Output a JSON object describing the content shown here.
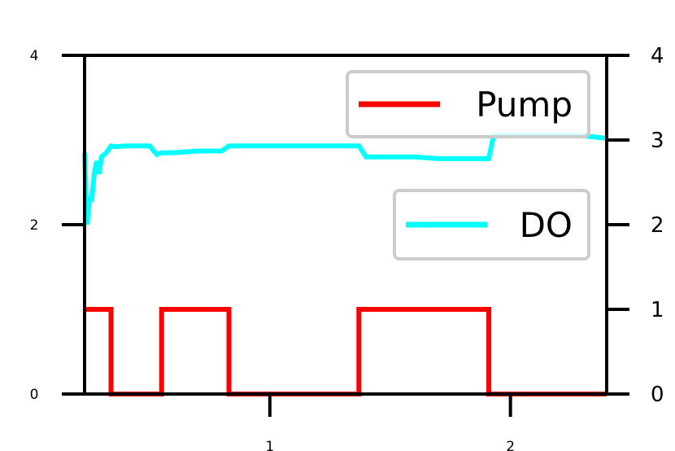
{
  "chart_data": {
    "type": "line",
    "title": "",
    "xlabel": "",
    "ylabel": "",
    "xlim": [
      0.23,
      2.4
    ],
    "x_ticks": [
      "1",
      "2"
    ],
    "y_left": {
      "lim": [
        0,
        4
      ],
      "ticks": [
        "0",
        "2",
        "4"
      ]
    },
    "y_right": {
      "lim": [
        0,
        4
      ],
      "ticks": [
        "0",
        "1",
        "2",
        "3",
        "4"
      ]
    },
    "grid": false,
    "series": [
      {
        "name": "Pump",
        "color": "#ff0000",
        "axis": "right",
        "x": [
          0.23,
          0.34,
          0.34,
          0.55,
          0.55,
          0.83,
          0.83,
          1.37,
          1.37,
          1.91,
          1.91,
          2.4
        ],
        "y": [
          1,
          1,
          0,
          0,
          1,
          1,
          0,
          0,
          1,
          1,
          0,
          0
        ]
      },
      {
        "name": "DO",
        "color": "#00ffff",
        "axis": "left",
        "x": [
          0.23,
          0.24,
          0.25,
          0.26,
          0.27,
          0.28,
          0.29,
          0.3,
          0.32,
          0.34,
          0.36,
          0.4,
          0.5,
          0.53,
          0.55,
          0.6,
          0.7,
          0.8,
          0.83,
          0.9,
          1.0,
          1.1,
          1.2,
          1.3,
          1.37,
          1.4,
          1.5,
          1.6,
          1.7,
          1.8,
          1.91,
          1.93,
          2.0,
          2.1,
          2.2,
          2.3,
          2.4
        ],
        "y": [
          2.85,
          2.0,
          2.3,
          2.3,
          2.6,
          2.75,
          2.6,
          2.8,
          2.85,
          2.93,
          2.92,
          2.93,
          2.93,
          2.83,
          2.85,
          2.85,
          2.87,
          2.87,
          2.93,
          2.93,
          2.93,
          2.93,
          2.93,
          2.93,
          2.93,
          2.8,
          2.8,
          2.8,
          2.78,
          2.78,
          2.78,
          3.05,
          3.05,
          3.05,
          3.05,
          3.05,
          3.02
        ]
      }
    ],
    "legends": [
      {
        "location": "upper right",
        "entries": [
          "Pump"
        ]
      },
      {
        "location": "center right",
        "entries": [
          "DO"
        ]
      }
    ]
  }
}
